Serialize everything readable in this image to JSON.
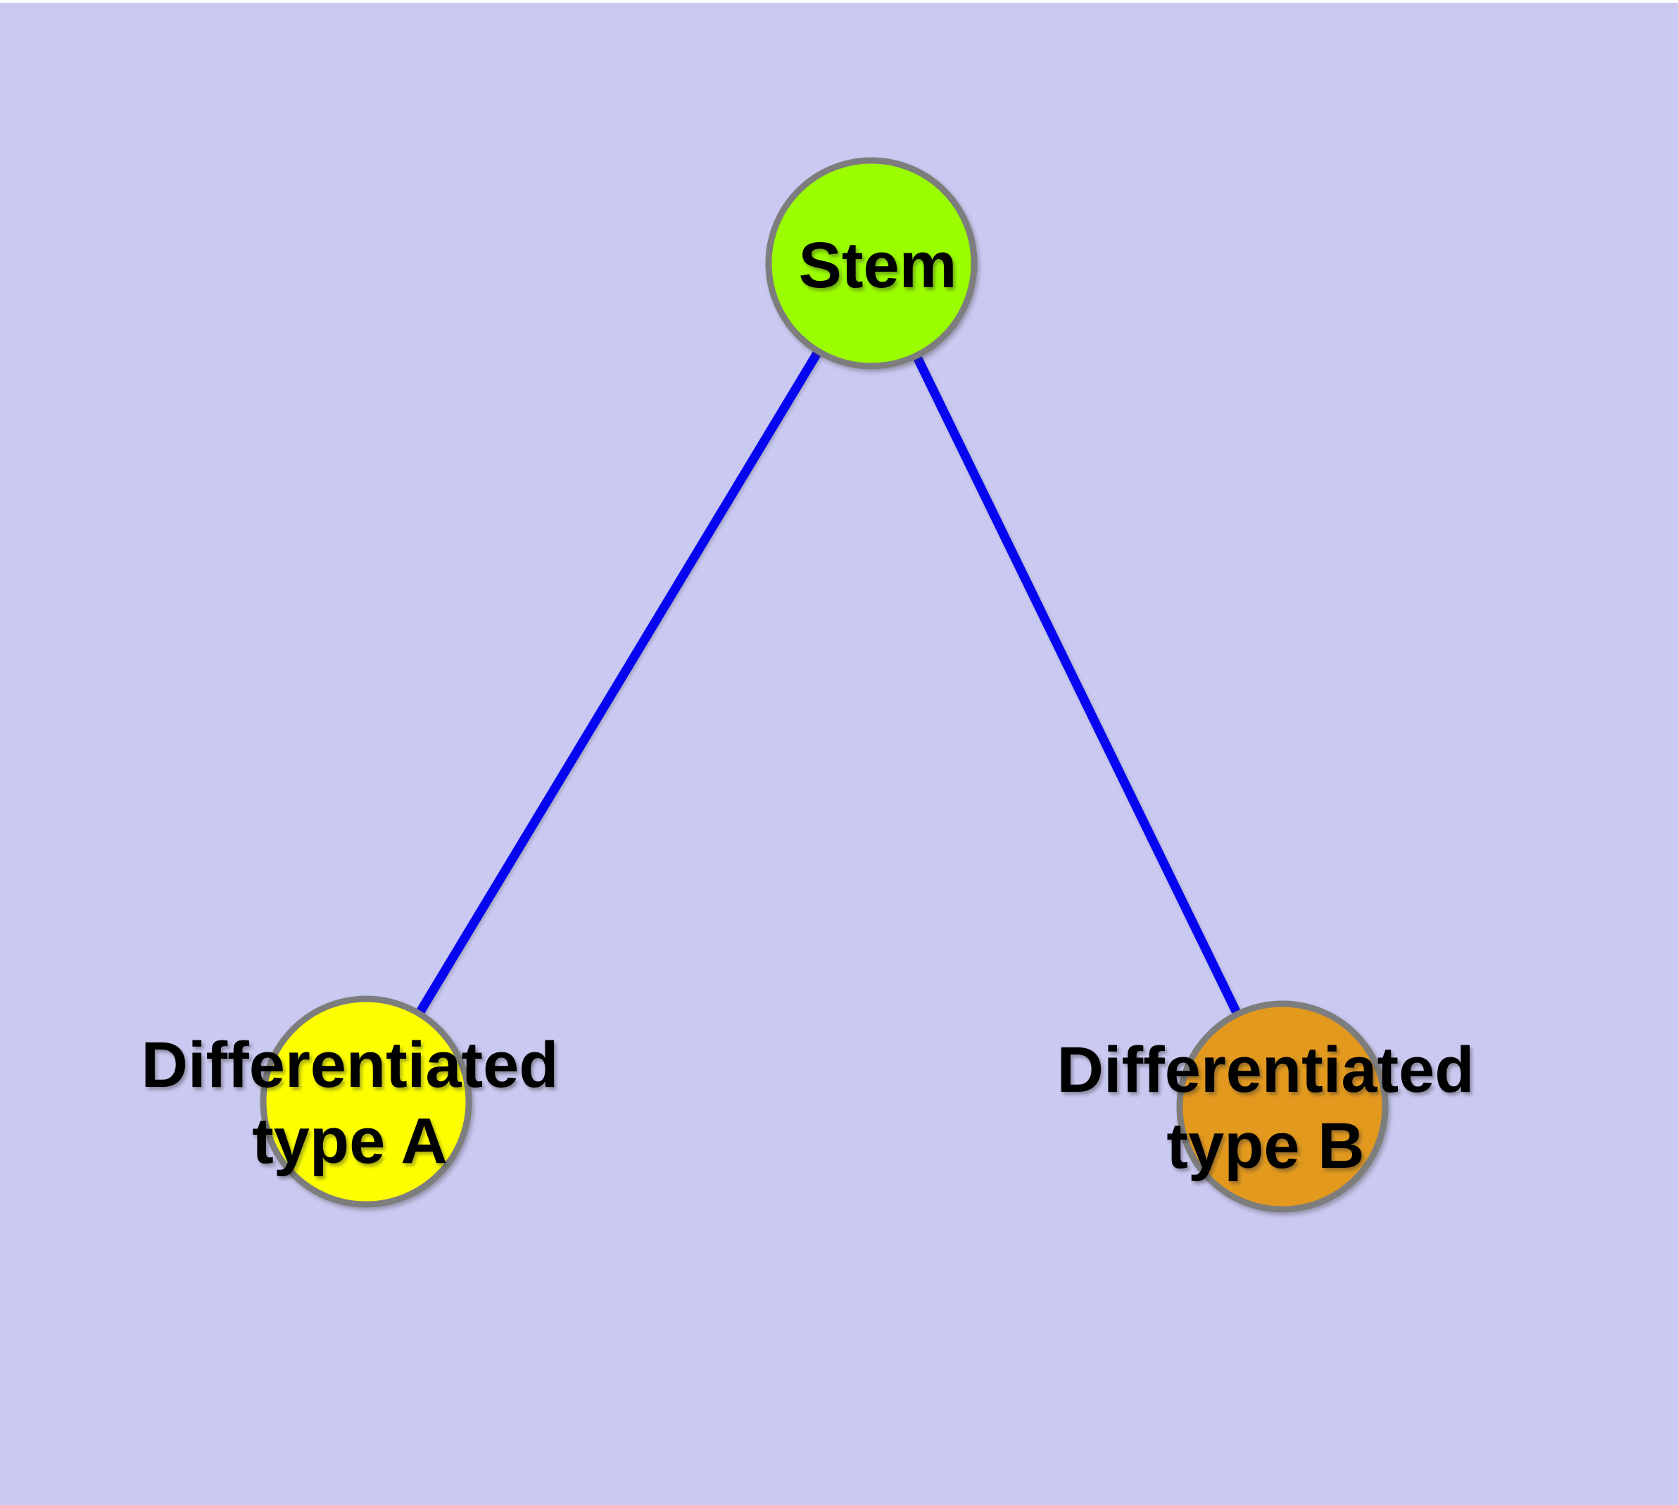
{
  "diagram": {
    "background_color": "#C9C9F1",
    "top_strip_color": "#FFFFFF",
    "edge_color": "#0505F0",
    "node_border_color": "#7D7D7D",
    "nodes": [
      {
        "id": "stem",
        "label": "Stem",
        "fill": "#9AFE00"
      },
      {
        "id": "differentiated-type-a",
        "label_line1": "Differentiated",
        "label_line2": "type A",
        "fill": "#FDFF00"
      },
      {
        "id": "differentiated-type-b",
        "label_line1": "Differentiated",
        "label_line2": "type B",
        "fill": "#E2991E"
      }
    ],
    "edges": [
      {
        "from": "Stem",
        "to": "Differentiated type A"
      },
      {
        "from": "Stem",
        "to": "Differentiated type B"
      }
    ]
  }
}
